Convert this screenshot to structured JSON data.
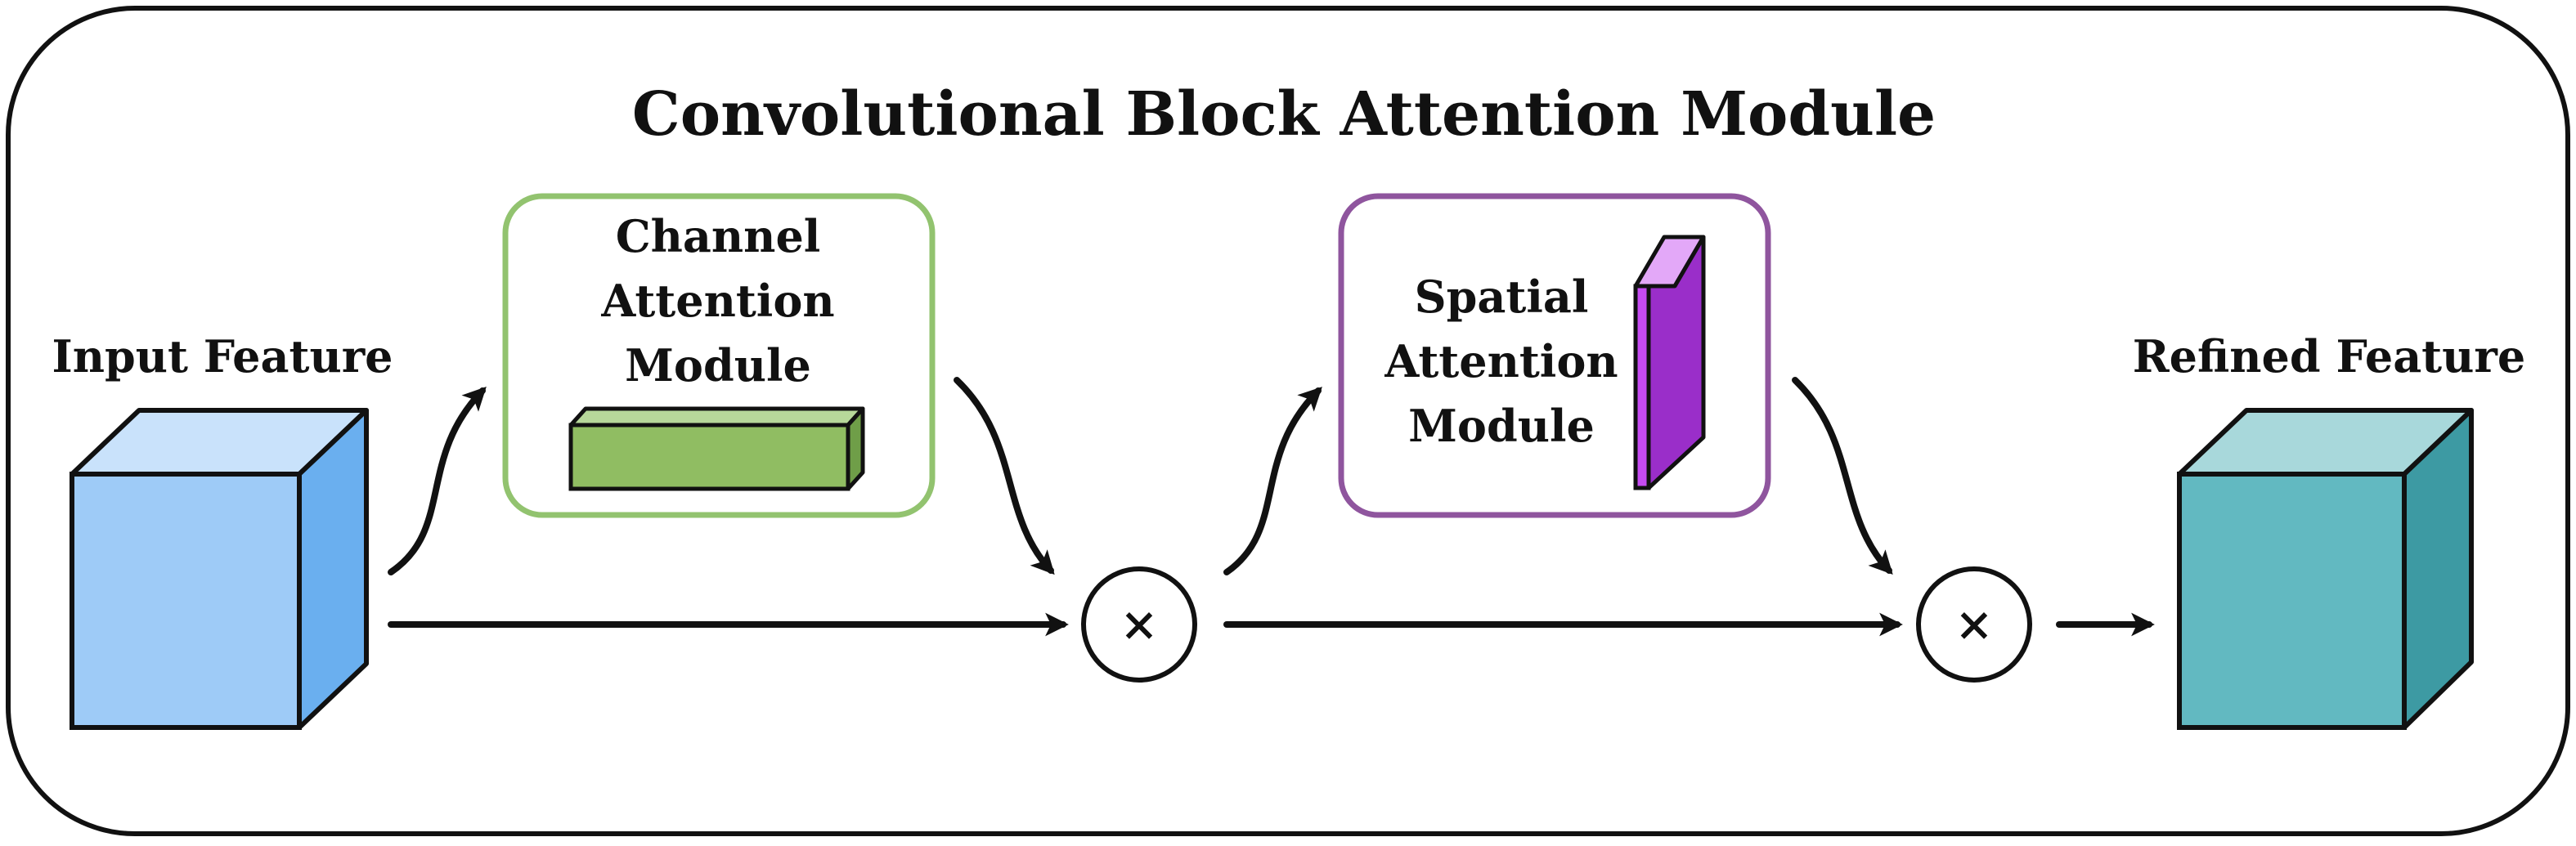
{
  "title": "Convolutional Block Attention Module",
  "input_feature": {
    "label": "Input Feature",
    "color_front": "#9ecbf7",
    "color_top": "#c9e2fb",
    "color_side": "#6aafef"
  },
  "channel_attention": {
    "label_lines": [
      "Channel",
      "Attention",
      "Module"
    ],
    "border_color": "#92c36f",
    "bar_front": "#90bd62",
    "bar_top": "#b7d89a",
    "bar_side": "#6f9e48"
  },
  "spatial_attention": {
    "label_lines": [
      "Spatial",
      "Attention",
      "Module"
    ],
    "border_color": "#8f559e",
    "slab_front": "#c64bf2",
    "slab_top": "#e3a8f8",
    "slab_side": "#9a2ec9"
  },
  "refined_feature": {
    "label": "Refined Feature",
    "color_front": "#62b9c1",
    "color_top": "#a8d8db",
    "color_side": "#3d9aa3"
  },
  "operations": [
    {
      "symbol": "×"
    },
    {
      "symbol": "×"
    }
  ],
  "colors": {
    "stroke": "#111111",
    "background": "#ffffff"
  }
}
